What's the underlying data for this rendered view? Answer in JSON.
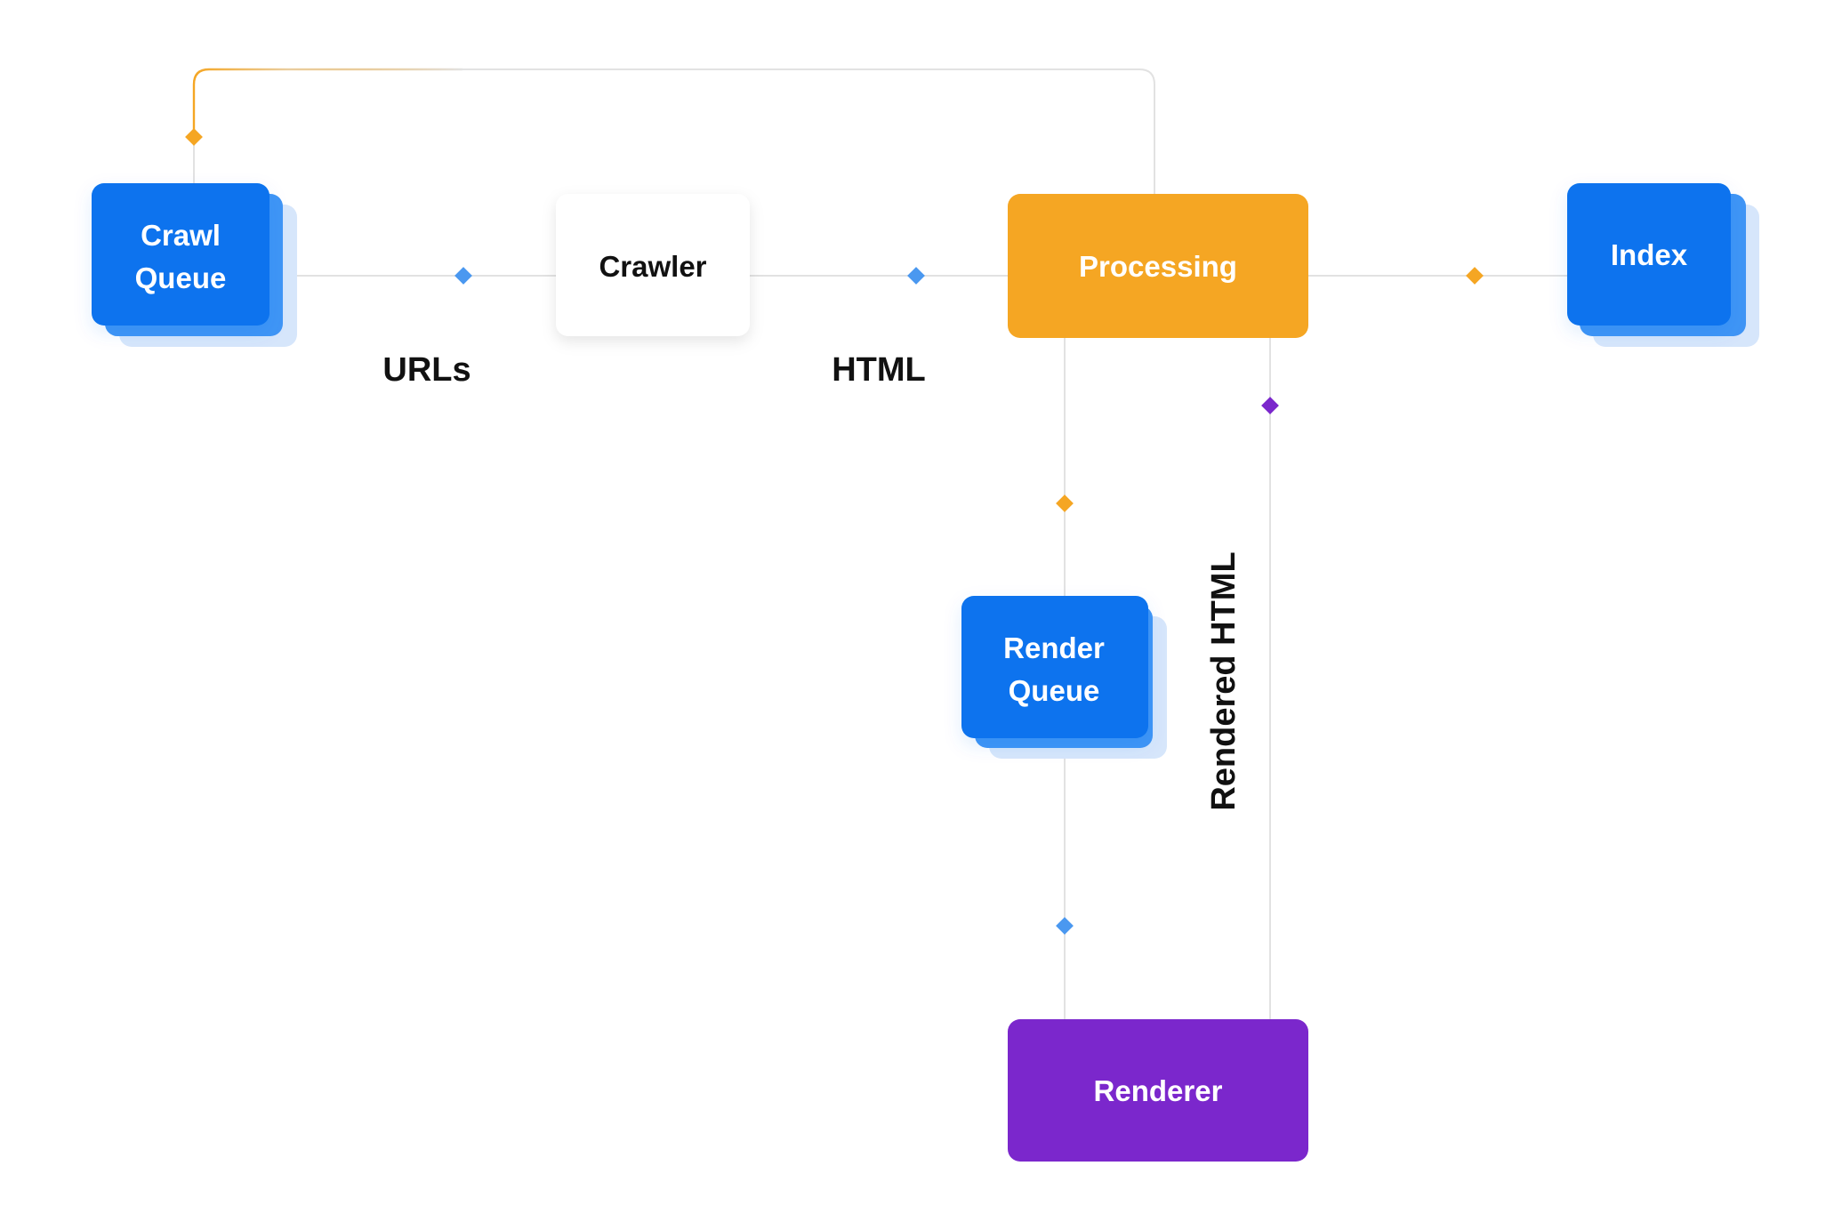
{
  "colors": {
    "blue": "#0873ee",
    "blue_shadow": "#3f95f5",
    "blue_far_shadow": "#d6e6fb",
    "orange": "#f5a623",
    "purple": "#7b27cc",
    "connector_grey": "#e2e2e2",
    "blue_connector": "#4a98f0",
    "white_node": "#ffffff",
    "dark_text": "#111111",
    "light_text": "#ffffff"
  },
  "nodes": {
    "crawl_queue": {
      "line1": "Crawl",
      "line2": "Queue",
      "style": "stacked-blue"
    },
    "crawler": {
      "label": "Crawler",
      "style": "white"
    },
    "processing": {
      "label": "Processing",
      "style": "orange"
    },
    "index": {
      "label": "Index",
      "style": "stacked-blue"
    },
    "render_queue": {
      "line1": "Render",
      "line2": "Queue",
      "style": "stacked-blue"
    },
    "renderer": {
      "label": "Renderer",
      "style": "purple"
    }
  },
  "edges": {
    "urls": {
      "label": "URLs",
      "from": "Crawl Queue",
      "to": "Crawler"
    },
    "html": {
      "label": "HTML",
      "from": "Crawler",
      "to": "Processing"
    },
    "rendered_html": {
      "label": "Rendered HTML",
      "from": "Renderer",
      "to": "Processing"
    },
    "to_index": {
      "from": "Processing",
      "to": "Index"
    },
    "to_render_queue": {
      "from": "Processing",
      "to": "Render Queue"
    },
    "to_renderer": {
      "from": "Render Queue",
      "to": "Renderer"
    },
    "back_to_crawl_queue": {
      "from": "Processing",
      "to": "Crawl Queue"
    }
  }
}
